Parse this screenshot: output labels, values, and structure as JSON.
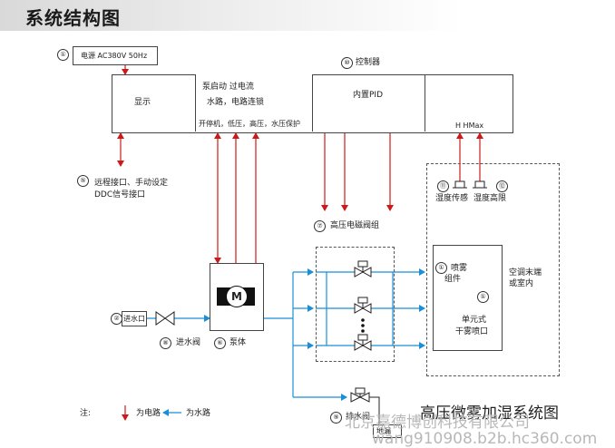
{
  "title": "系统结构图",
  "power": {
    "num": "①",
    "label": "电源 AC380V 50Hz"
  },
  "controller": {
    "num": "⑩",
    "label": "控制器",
    "display": "显示",
    "pump_line1": "泵启动 过电流",
    "pump_line2": "水路，电路连锁",
    "pump_line3": "开停机，低压，高压，水压保护",
    "pid": "内置PID",
    "h_label": "H  HMax"
  },
  "remote": {
    "num": "⑤",
    "line1": "远程接口、手动设定",
    "line2": "DDC信号接口"
  },
  "valve_group": {
    "num": "⑦",
    "label": "高压电磁阀组"
  },
  "humidity": {
    "sensor_num": "⑪",
    "sensor_label": "湿度传感",
    "high_num": "⑫",
    "high_label": "湿度高限"
  },
  "nozzle": {
    "num_left": "①",
    "label_left_1": "喷雾",
    "label_left_2": "组件",
    "num_right": "①",
    "label_right_1": "单元式",
    "label_right_2": "干雾喷口"
  },
  "room": {
    "line1": "空调末端",
    "line2": "或室内"
  },
  "inlet": {
    "num": "②",
    "label": "进水口"
  },
  "inlet_valve": {
    "num": "⑧",
    "label": "进水阀"
  },
  "pump": {
    "num": "⑥",
    "label": "泵体",
    "motor": "M"
  },
  "drain": {
    "num": "⑨",
    "label": "排水阀",
    "tank": "地漏"
  },
  "legend": {
    "note": "注:",
    "electric": "为电路",
    "water": "为水路"
  },
  "watermark": {
    "caption": "高压微雾加湿系统图",
    "company": "北京嘉德博创科技有限公司",
    "url": "wang910908.b2b.hc360.com"
  },
  "colors": {
    "electric": "#cc1a1a",
    "water": "#1a8fd8"
  }
}
